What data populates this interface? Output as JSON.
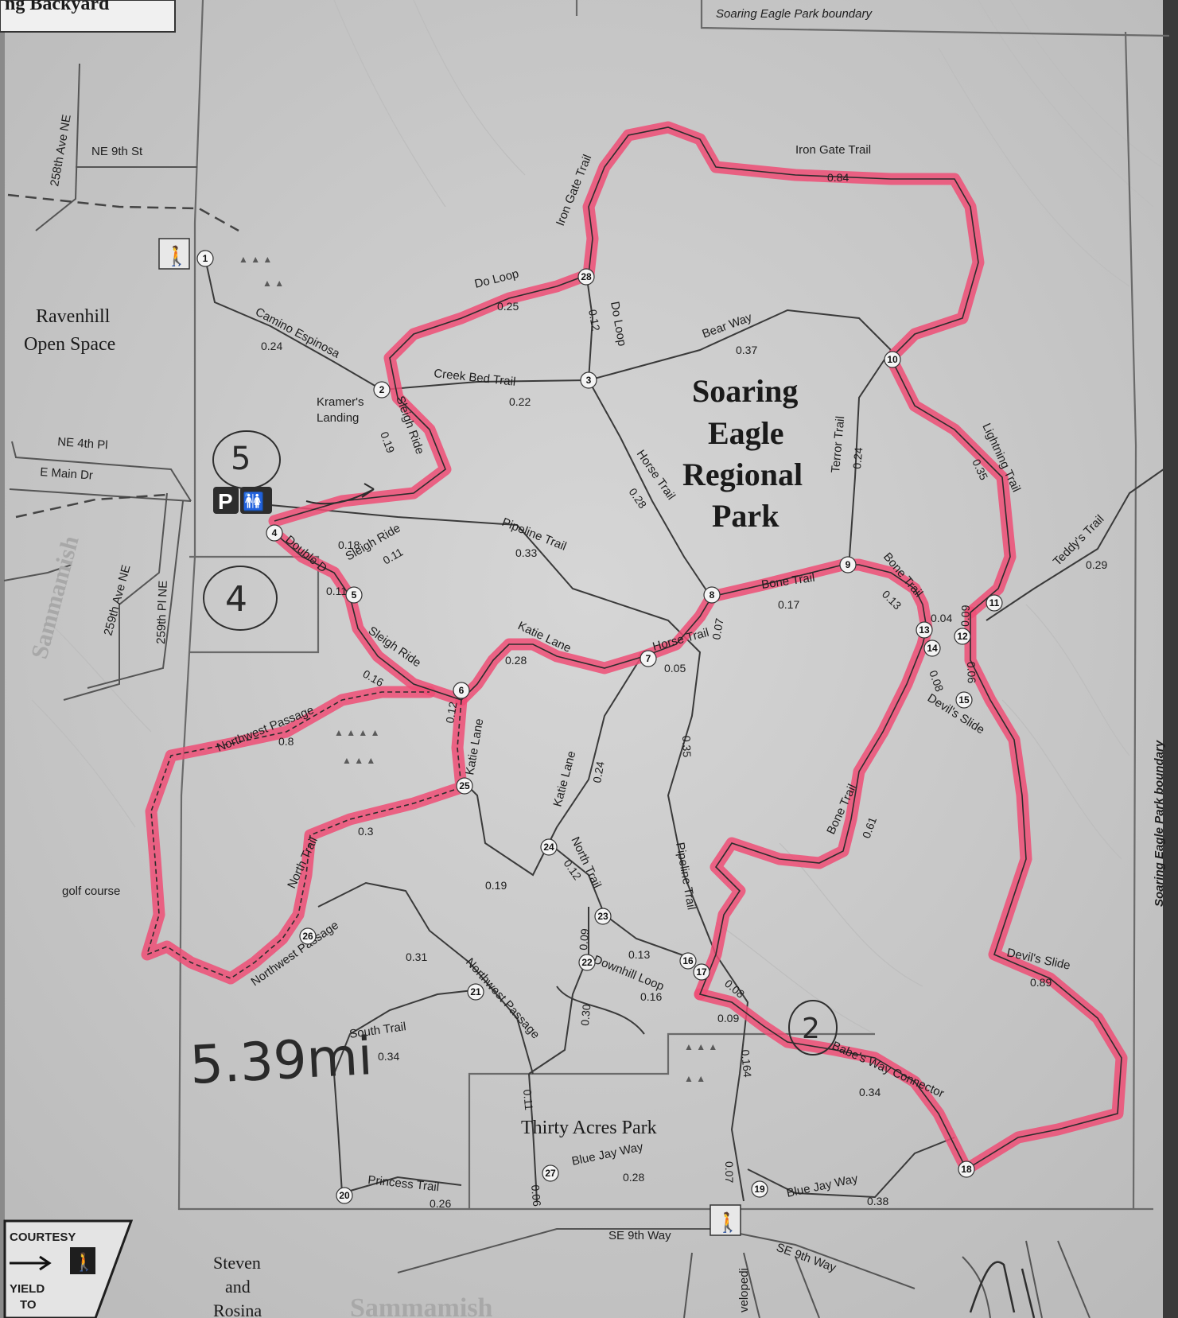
{
  "header": {
    "top_left_title": "ng Backyard",
    "boundary_label_top": "Soaring Eagle Park boundary",
    "boundary_label_right": "Soaring Eagle Park boundary"
  },
  "park": {
    "name_line1": "Soaring",
    "name_line2": "Eagle",
    "name_line3": "Regional",
    "name_line4": "Park",
    "thirty_acres": "Thirty Acres Park",
    "ravenhill_line1": "Ravenhill",
    "ravenhill_line2": "Open Space",
    "kramers_line1": "Kramer's",
    "kramers_line2": "Landing",
    "golf": "golf course",
    "sammamish_left": "Sammamish",
    "sammamish_bottom": "Sammamish",
    "steven_line1": "Steven",
    "steven_line2": "and",
    "steven_line3": "Rosina"
  },
  "roads": {
    "ne_9th_st": "NE 9th St",
    "ave_258": "258th Ave NE",
    "ne_4th_pl": "NE 4th Pl",
    "e_main_dr": "E Main Dr",
    "ave_259": "259th Ave NE",
    "pl_259": "259th Pl NE",
    "se_9th_way_1": "SE 9th Way",
    "se_9th_way_2": "SE 9th Way",
    "velopedia": "velopedi"
  },
  "trails": {
    "iron_gate_1": "Iron Gate Trail",
    "iron_gate_2": "Iron Gate Trail",
    "iron_gate_dist": "0.84",
    "do_loop_1": "Do Loop",
    "do_loop_1_dist": "0.25",
    "do_loop_2": "Do Loop",
    "do_loop_2_dist": "0.12",
    "camino": "Camino Espinosa",
    "camino_dist": "0.24",
    "creek_bed": "Creek Bed Trail",
    "creek_bed_dist": "0.22",
    "bear_way": "Bear Way",
    "bear_way_dist": "0.37",
    "sleigh_1": "Sleigh Ride",
    "sleigh_1_dist": "0.19",
    "sleigh_2": "Sleigh Ride",
    "sleigh_2_dist": "0.11",
    "sleigh_3": "Sleigh Ride",
    "sleigh_3_dist": "0.16",
    "sleigh_4_dist": "0.18",
    "double_d": "Double D",
    "double_d_dist": "0.11",
    "pipeline_1": "Pipeline Trail",
    "pipeline_1_dist": "0.33",
    "pipeline_2": "Pipeline Trail",
    "pipeline_2_dist": "0.35",
    "horse_1": "Horse Trail",
    "horse_1_dist": "0.28",
    "horse_2": "Horse Trail",
    "horse_2_dist": "0.05",
    "horse_3_dist": "0.07",
    "terror": "Terror Trail",
    "terror_dist": "0.24",
    "lightning": "Lightning Trail",
    "lightning_dist": "0.35",
    "teddys": "Teddy's Trail",
    "teddys_dist": "0.29",
    "bone_1": "Bone Trail",
    "bone_1_dist": "0.17",
    "bone_2": "Bone Trail",
    "bone_2_dist": "0.13",
    "bone_3": "Bone Trail",
    "bone_3_dist": "0.61",
    "katie_1": "Katie Lane",
    "katie_1_dist": "0.28",
    "katie_2": "Katie Lane",
    "katie_2_dist": "0.12",
    "katie_3": "Katie Lane",
    "katie_3_dist": "0.24",
    "nw_passage_1": "Northwest Passage",
    "nw_passage_1_dist": "0.8",
    "nw_passage_2": "Northwest Passage",
    "nw_passage_2_dist": "0.31",
    "nw_passage_3": "Northwest Passage",
    "north_1": "North Trail",
    "north_1_dist": "0.3",
    "north_2": "North Trail",
    "north_2_dist": "0.12",
    "dist_019": "0.19",
    "devils_1": "Devil's Slide",
    "devils_1_dist": "0.08",
    "devils_2": "Devil's Slide",
    "devils_2_dist": "0.89",
    "dist_004": "0.04",
    "dist_009a": "0.09",
    "dist_006": "0.06",
    "downhill": "Downhill Loop",
    "downhill_dist": "0.16",
    "dist_013": "0.13",
    "dist_009b": "0.09",
    "dist_030": "0.30",
    "dist_008": "0.08",
    "dist_009c": "0.09",
    "babes": "Babe's Way Connector",
    "babes_dist": "0.34",
    "dist_0164": "0.164",
    "south": "South Trail",
    "south_dist": "0.34",
    "princess": "Princess Trail",
    "princess_dist": "0.26",
    "blue_jay_1": "Blue Jay Way",
    "blue_jay_1_dist": "0.28",
    "blue_jay_2": "Blue Jay Way",
    "blue_jay_2_dist": "0.38",
    "dist_011": "0.11",
    "dist_0006": "0.06",
    "dist_007": "0.07"
  },
  "nodes": [
    "1",
    "2",
    "3",
    "4",
    "5",
    "6",
    "7",
    "8",
    "9",
    "10",
    "11",
    "12",
    "13",
    "14",
    "15",
    "16",
    "17",
    "18",
    "19",
    "20",
    "21",
    "22",
    "23",
    "24",
    "25",
    "26",
    "27",
    "28"
  ],
  "handwritten": {
    "total": "5.39mi",
    "circle_1": "5",
    "circle_2": "4",
    "circle_3": "2"
  },
  "signage": {
    "courtesy": "COURTESY",
    "yield": "YIELD",
    "to": "TO"
  },
  "colors": {
    "route_highlight": "#ee4d75",
    "paper": "#cfcfcf",
    "trail": "#3a3a3a"
  }
}
